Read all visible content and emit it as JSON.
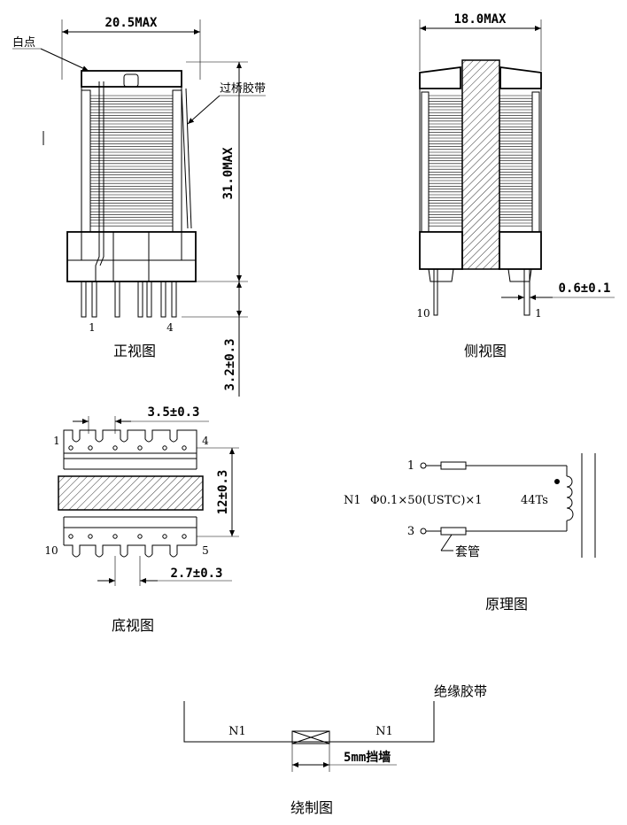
{
  "front_view": {
    "title": "正视图",
    "width_dim": "20.5MAX",
    "height_dim": "31.0MAX",
    "pin_length_dim": "3.2±0.3",
    "label_dot": "白点",
    "label_tape": "过桥胶带",
    "pin_left": "1",
    "pin_right": "4"
  },
  "side_view": {
    "title": "侧视图",
    "width_dim": "18.0MAX",
    "pin_dim": "0.6±0.1",
    "pin_left": "10",
    "pin_right": "1"
  },
  "bottom_view": {
    "title": "底视图",
    "pitch_top_dim": "3.5±0.3",
    "row_spacing_dim": "12±0.3",
    "pitch_bottom_dim": "2.7±0.3",
    "pin_tl": "1",
    "pin_tr": "4",
    "pin_bl": "10",
    "pin_br": "5"
  },
  "schematic": {
    "title": "原理图",
    "pin_top": "1",
    "pin_bottom": "3",
    "winding_name": "N1",
    "winding_spec": "Φ0.1×50(USTC)×1",
    "turns": "44Ts",
    "sleeve_label": "套管"
  },
  "winding_diagram": {
    "title": "绕制图",
    "left_label": "N1",
    "right_label": "N1",
    "tape_label": "绝缘胶带",
    "wall_label": "5mm挡墙"
  }
}
